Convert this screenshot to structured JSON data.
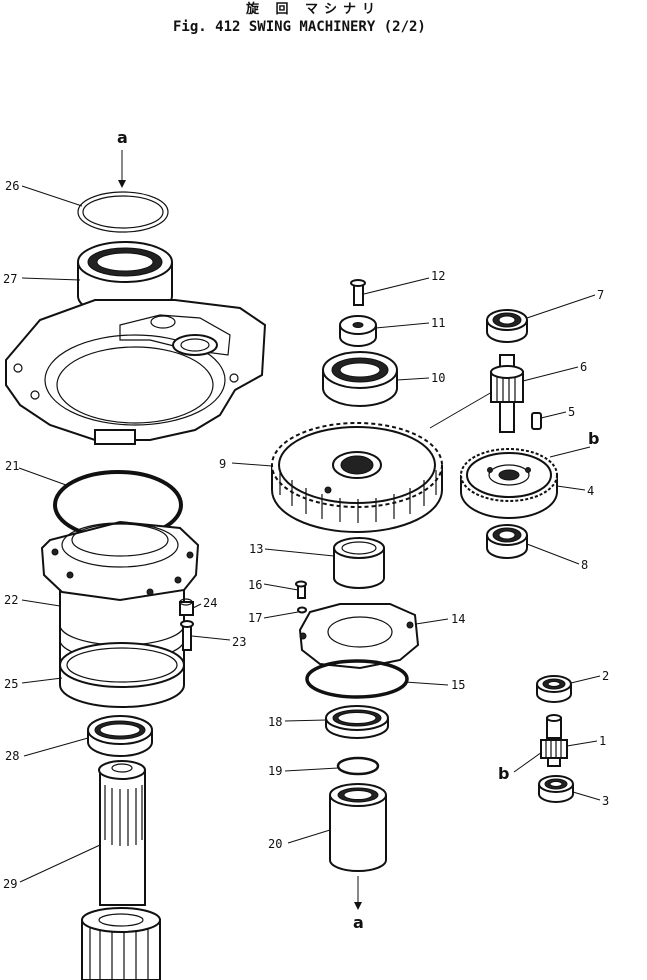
{
  "title": {
    "japanese": "旋 回 マシナリ",
    "english": "Fig. 412 SWING MACHINERY (2/2)"
  },
  "references": {
    "a_top": "a",
    "a_bottom": "a",
    "b_upper": "b",
    "b_lower": "b"
  },
  "callouts": {
    "p1": "1",
    "p2": "2",
    "p3": "3",
    "p4": "4",
    "p5": "5",
    "p6": "6",
    "p7": "7",
    "p8": "8",
    "p9": "9",
    "p10": "10",
    "p11": "11",
    "p12": "12",
    "p13": "13",
    "p14": "14",
    "p15": "15",
    "p16": "16",
    "p17": "17",
    "p18": "18",
    "p19": "19",
    "p20": "20",
    "p21": "21",
    "p22": "22",
    "p23": "23",
    "p24": "24",
    "p25": "25",
    "p26": "26",
    "p27": "27",
    "p28": "28",
    "p29": "29"
  }
}
